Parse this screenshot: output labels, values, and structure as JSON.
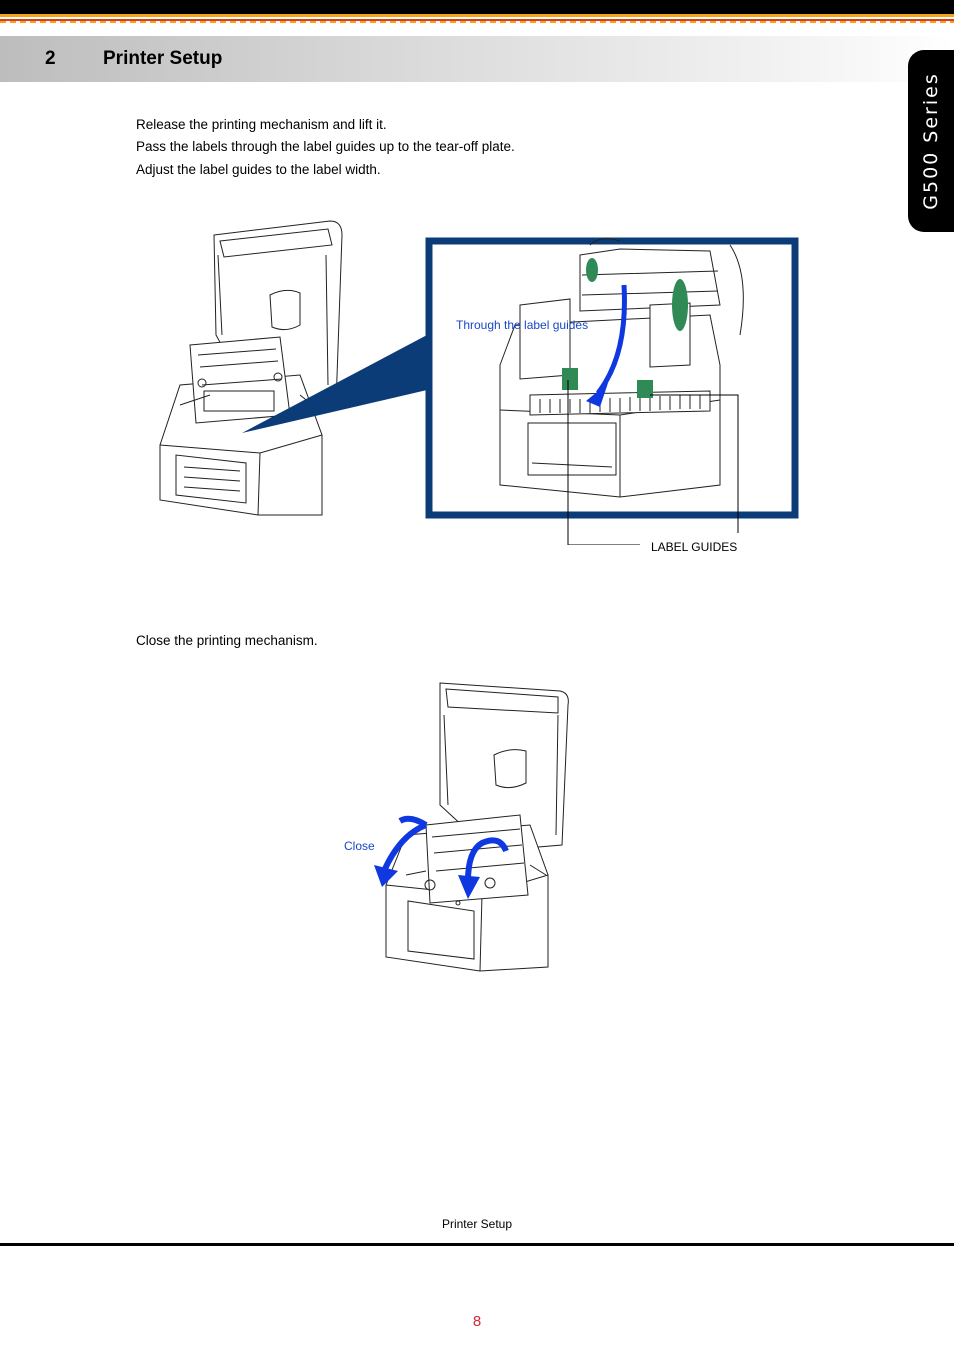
{
  "header": {
    "section_number": "2",
    "section_title": "Printer Setup",
    "side_tab": "G500 Series"
  },
  "steps": [
    "Release the printing mechanism and lift it.",
    "Pass the labels through the label guides up to the tear-off plate.",
    "Adjust the label guides to the label width.",
    "Close the printing mechanism."
  ],
  "figure1": {
    "callout": "Through the label guides",
    "guides_label": "LABEL GUIDES"
  },
  "figure2": {
    "callout": "Close"
  },
  "footer": {
    "title": "Printer Setup",
    "page": "8"
  },
  "colors": {
    "frame": "#0b3c78",
    "arrow": "#1038e0",
    "guide": "#2f8a55",
    "page_number": "#d4283a"
  }
}
